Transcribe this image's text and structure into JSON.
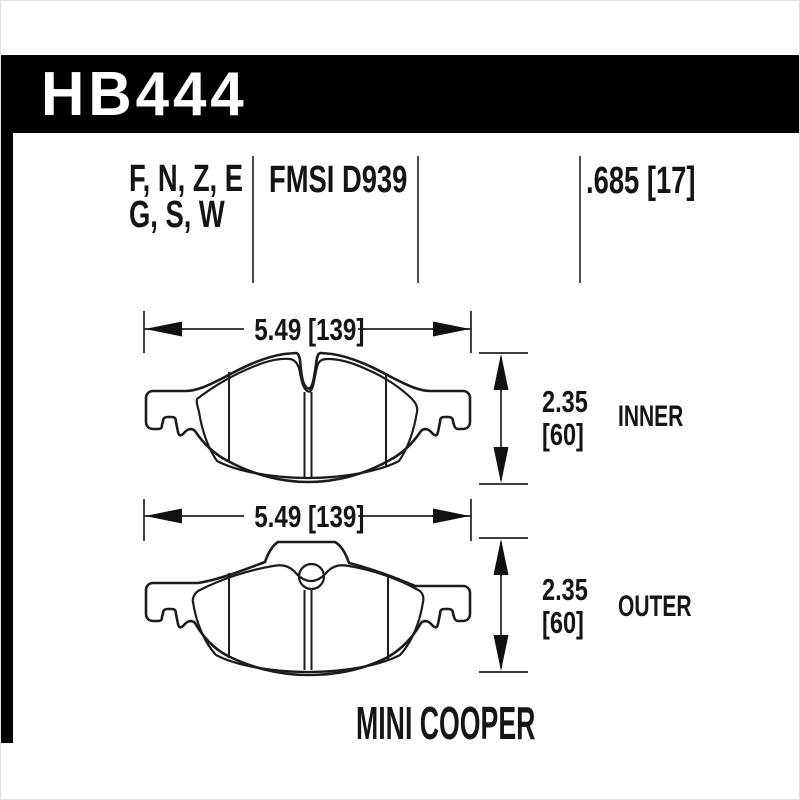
{
  "header": {
    "part_number": "HB444"
  },
  "spec_row": {
    "compounds_line1": "F, N, Z, E",
    "compounds_line2": "G, S, W",
    "fmsi_code": "FMSI D939",
    "pad_thickness": ".685 [17]"
  },
  "inner_pad": {
    "width_dim": "5.49 [139]",
    "height_dim_in": "2.35",
    "height_dim_mm": "[60]",
    "label": "INNER"
  },
  "outer_pad": {
    "width_dim": "5.49 [139]",
    "height_dim_in": "2.35",
    "height_dim_mm": "[60]",
    "label": "OUTER"
  },
  "footer": {
    "vehicle": "MINI COOPER"
  },
  "colors": {
    "header_bar": "#000000",
    "ink": "#1c1c1c",
    "divider": "#4d4d4d",
    "background": "#ffffff"
  }
}
